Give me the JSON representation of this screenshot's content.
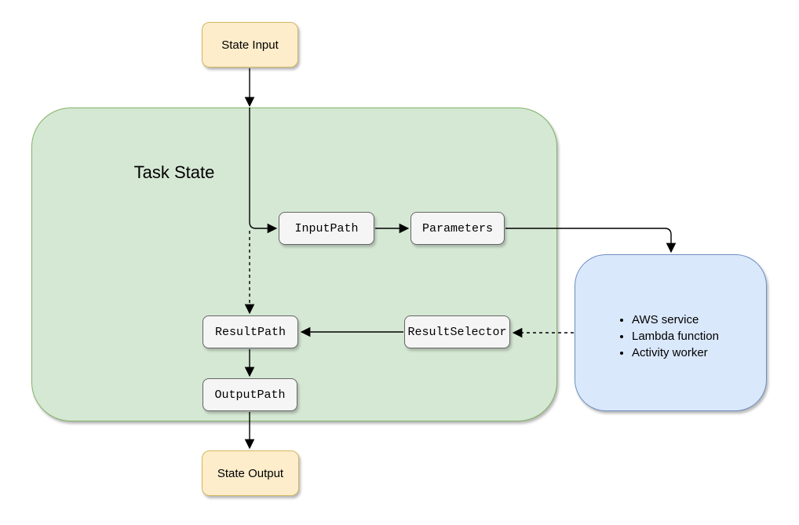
{
  "diagram": {
    "title": "Task State",
    "nodes": {
      "state_input": {
        "label": "State Input"
      },
      "input_path": {
        "label": "InputPath"
      },
      "parameters": {
        "label": "Parameters"
      },
      "result_path": {
        "label": "ResultPath"
      },
      "result_selector": {
        "label": "ResultSelector"
      },
      "output_path": {
        "label": "OutputPath"
      },
      "state_output": {
        "label": "State Output"
      },
      "service_targets": {
        "items": [
          "AWS service",
          "Lambda function",
          "Activity worker"
        ]
      }
    },
    "connections": [
      {
        "from": "state_input",
        "to": "task_state_boundary",
        "style": "solid"
      },
      {
        "from": "task_state_boundary",
        "to": "input_path",
        "style": "solid"
      },
      {
        "from": "task_state_boundary",
        "to": "result_path",
        "style": "dashed"
      },
      {
        "from": "input_path",
        "to": "parameters",
        "style": "solid"
      },
      {
        "from": "parameters",
        "to": "service_targets",
        "style": "solid"
      },
      {
        "from": "service_targets",
        "to": "result_selector",
        "style": "dashed"
      },
      {
        "from": "result_selector",
        "to": "result_path",
        "style": "solid"
      },
      {
        "from": "result_path",
        "to": "output_path",
        "style": "solid"
      },
      {
        "from": "output_path",
        "to": "state_output",
        "style": "solid"
      }
    ],
    "colors": {
      "state_io_fill": "#feedca",
      "state_io_border": "#d3b860",
      "task_fill": "#d5e8d4",
      "task_border": "#82b366",
      "service_fill": "#dae8fc",
      "service_border": "#6c8ebf",
      "step_fill": "#f5f5f5",
      "step_border": "#666666",
      "arrow": "#000000"
    }
  }
}
